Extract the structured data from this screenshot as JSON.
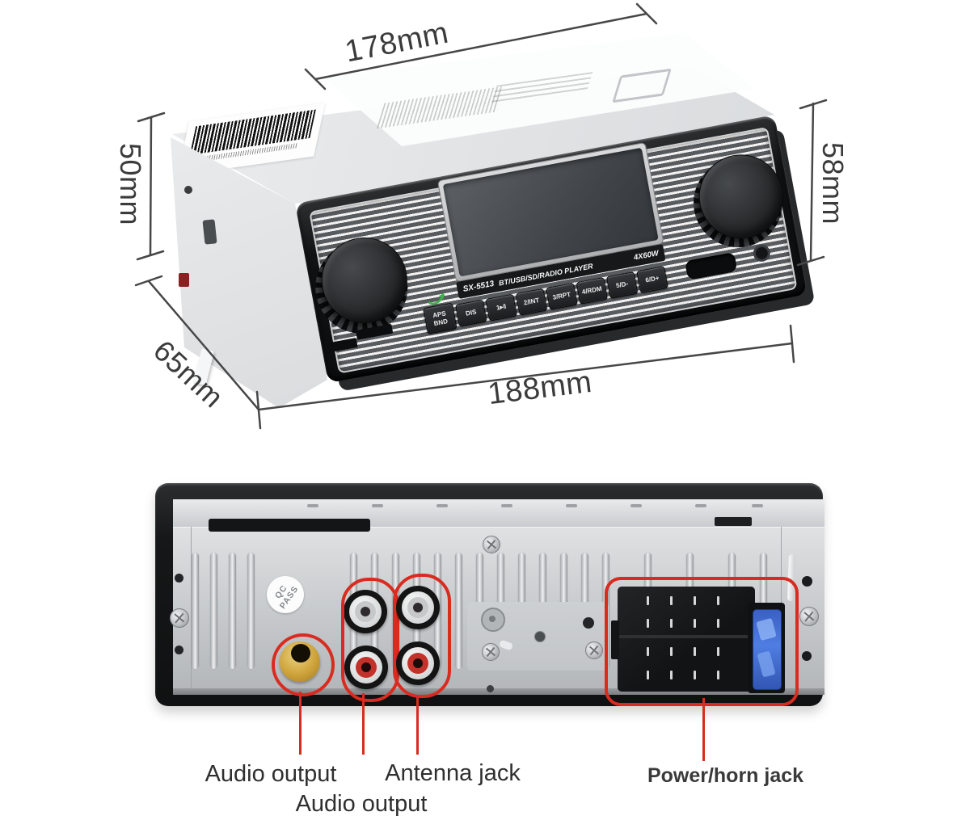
{
  "dimensions": {
    "top_width": "178mm",
    "left_height": "50mm",
    "depth": "65mm",
    "right_height": "58mm",
    "front_width": "188mm"
  },
  "faceplate": {
    "model": "SX-5513",
    "source_label": "BT/USB/SD/RADIO PLAYER",
    "power_rating": "4X60W",
    "buttons": [
      {
        "line1": "APS",
        "line2": "BND"
      },
      {
        "line1": "DIS"
      },
      {
        "line1": "1▸‖"
      },
      {
        "line1": "2/INT"
      },
      {
        "line1": "3/RPT"
      },
      {
        "line1": "4/RDM"
      },
      {
        "line1": "5/D-"
      },
      {
        "line1": "6/D+"
      }
    ]
  },
  "rear": {
    "sticker_line1": "QC",
    "sticker_line2": "PASS",
    "labels": {
      "audio_output_1": "Audio output",
      "audio_output_2": "Audio output",
      "antenna_jack": "Antenna jack",
      "power_horn_jack": "Power/horn jack"
    }
  },
  "colors": {
    "annotation_red": "#d92b20",
    "dimension_gray": "#474747",
    "rca_gold": "#c9a43a",
    "fuse_blue": "#3f63c8"
  }
}
